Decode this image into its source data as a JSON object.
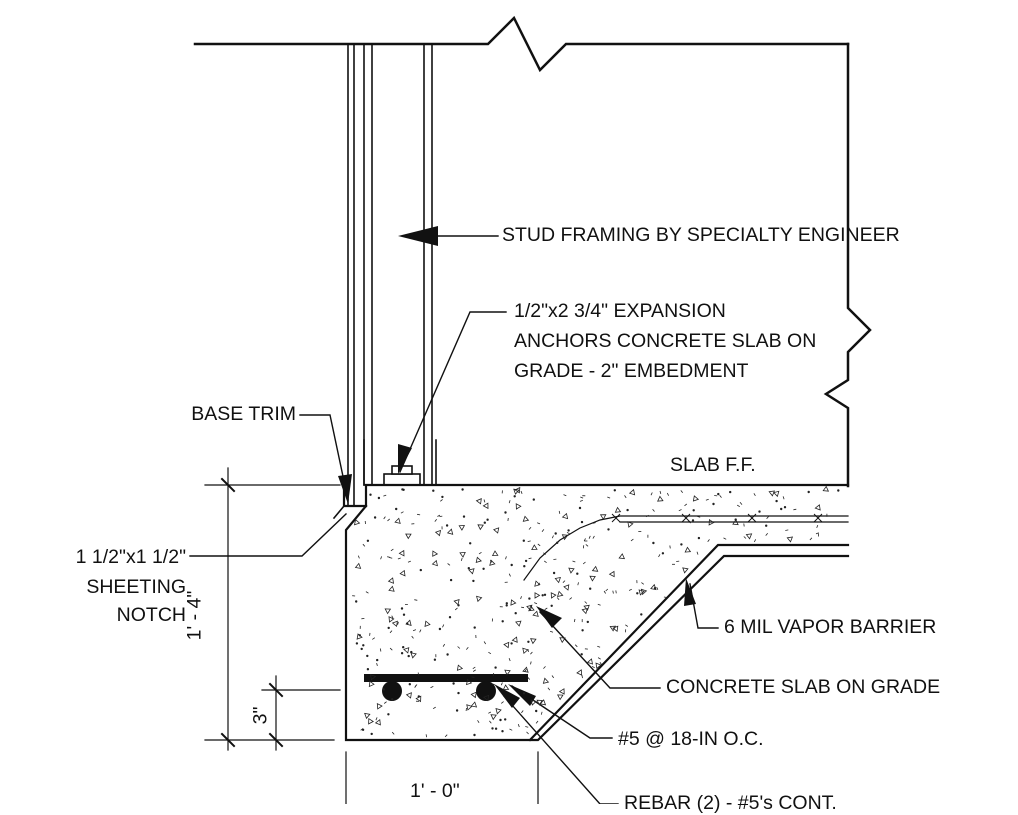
{
  "labels": {
    "stud_framing": "STUD FRAMING BY SPECIALTY ENGINEER",
    "anchor_line1": "1/2\"x2 3/4\" EXPANSION",
    "anchor_line2": "ANCHORS CONCRETE SLAB ON",
    "anchor_line3": "GRADE - 2\" EMBEDMENT",
    "base_trim": "BASE TRIM",
    "slab_ff": "SLAB F.F.",
    "sheeting_line1": "1 1/2\"x1 1/2\"",
    "sheeting_line2": "SHEETING",
    "sheeting_line3": "NOTCH",
    "vapor_barrier": "6 MIL VAPOR BARRIER",
    "concrete_slab": "CONCRETE SLAB ON GRADE",
    "rebar_spacing": "#5 @ 18-IN O.C.",
    "rebar_cont": "REBAR (2) - #5's CONT."
  },
  "dimensions": {
    "footing_depth": "1' - 4\"",
    "rebar_cover": "3\"",
    "footing_width": "1' - 0\""
  },
  "colors": {
    "line": "#111111",
    "background": "#ffffff"
  }
}
